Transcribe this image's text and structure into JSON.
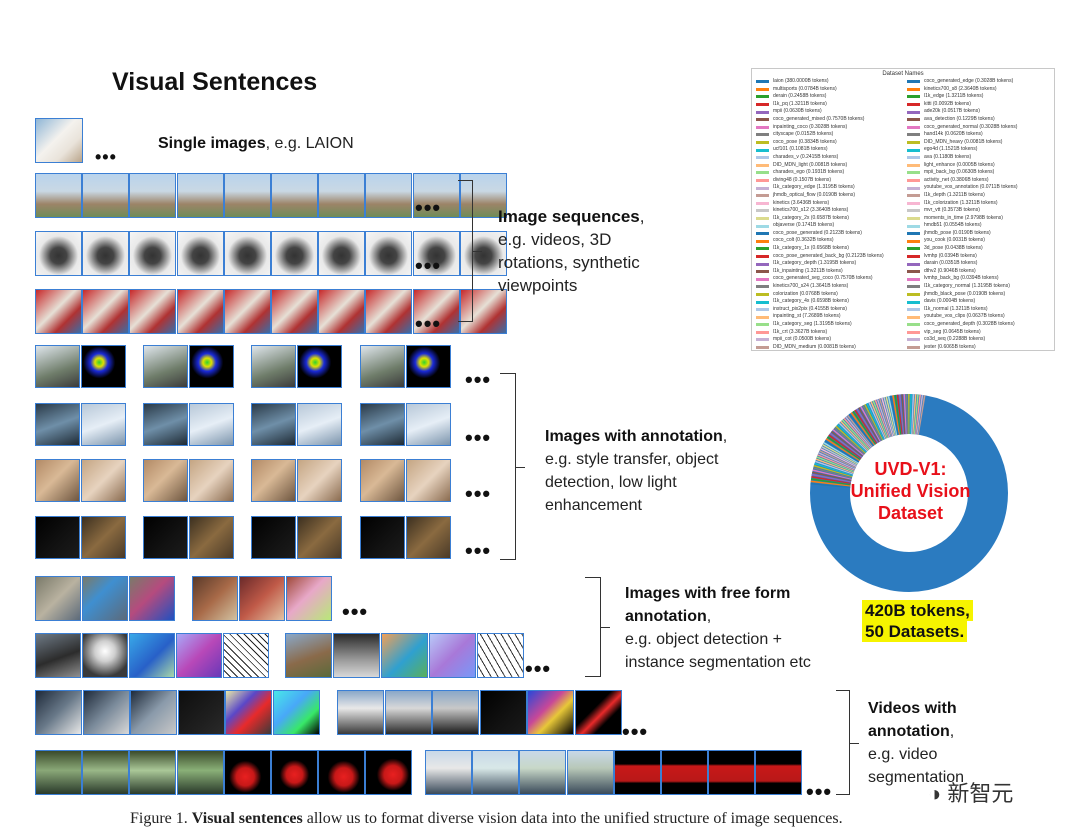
{
  "title": "Visual Sentences",
  "single": {
    "bold": "Single images",
    "rest": ", e.g. LAION"
  },
  "sequences": {
    "bold": "Image sequences",
    "lines": [
      ",",
      "e.g. videos, 3D",
      "rotations, synthetic",
      "viewpoints"
    ]
  },
  "annotation": {
    "bold": "Images with annotation",
    "lines": [
      ",",
      "e.g. style transfer, object",
      "detection, low light",
      "enhancement"
    ]
  },
  "freeform": {
    "bold_lines": [
      "Images with free form",
      "annotation"
    ],
    "lines": [
      ",",
      " e.g. object detection +",
      "instance segmentation etc"
    ]
  },
  "videos": {
    "bold_lines": [
      "Videos with",
      "annotation"
    ],
    "lines": [
      ",",
      "e.g. video",
      "segmentation"
    ]
  },
  "ellipsis": "•••",
  "donut": {
    "lines": [
      "UVD-V1:",
      "Unified Vision",
      "Dataset"
    ],
    "highlight": [
      "420B tokens,",
      "50 Datasets."
    ],
    "main_color": "#2b7bc0"
  },
  "legend": {
    "title": "Dataset Names",
    "left": [
      {
        "label": "laion (380.0000B tokens)",
        "color": "#1f77b4"
      },
      {
        "label": "multisports (0.0784B tokens)",
        "color": "#ff7f0e"
      },
      {
        "label": "derain (0.2458B tokens)",
        "color": "#2ca02c"
      },
      {
        "label": "l1k_pq (1.3211B tokens)",
        "color": "#d62728"
      },
      {
        "label": "mpii (0.0630B tokens)",
        "color": "#9467bd"
      },
      {
        "label": "coco_generated_mixed (0.7570B tokens)",
        "color": "#8c564b"
      },
      {
        "label": "inpainting_coco (0.3028B tokens)",
        "color": "#e377c2"
      },
      {
        "label": "cityscape (0.0152B tokens)",
        "color": "#7f7f7f"
      },
      {
        "label": "coco_pose (0.3834B tokens)",
        "color": "#bcbd22"
      },
      {
        "label": "ucf101 (0.1081B tokens)",
        "color": "#17becf"
      },
      {
        "label": "charades_v (0.2415B tokens)",
        "color": "#aec7e8"
      },
      {
        "label": "DID_MDN_light (0.0081B tokens)",
        "color": "#ffbb78"
      },
      {
        "label": "charades_ego (0.1931B tokens)",
        "color": "#98df8a"
      },
      {
        "label": "diving48 (0.1507B tokens)",
        "color": "#ff9896"
      },
      {
        "label": "l1k_category_edge (1.3195B tokens)",
        "color": "#c5b0d5"
      },
      {
        "label": "jhmdb_optical_flow (0.0190B tokens)",
        "color": "#c49c94"
      },
      {
        "label": "kinetics (3.6436B tokens)",
        "color": "#f7b6d2"
      },
      {
        "label": "kinetics700_s12 (3.3640B tokens)",
        "color": "#c7c7c7"
      },
      {
        "label": "l1k_category_2x (0.6587B tokens)",
        "color": "#dbdb8d"
      },
      {
        "label": "objaverse (0.1741B tokens)",
        "color": "#9edae5"
      },
      {
        "label": "coco_pose_generated (0.2123B tokens)",
        "color": "#1f77b4"
      },
      {
        "label": "coco_colt (0.3632B tokens)",
        "color": "#ff7f0e"
      },
      {
        "label": "l1k_category_1x (0.6568B tokens)",
        "color": "#2ca02c"
      },
      {
        "label": "coco_pose_generated_back_bg (0.2123B tokens)",
        "color": "#d62728"
      },
      {
        "label": "l1k_category_depth (1.3195B tokens)",
        "color": "#9467bd"
      },
      {
        "label": "l1k_inpainting (1.3211B tokens)",
        "color": "#8c564b"
      },
      {
        "label": "coco_generated_seg_coco (0.7570B tokens)",
        "color": "#e377c2"
      },
      {
        "label": "kinetics700_s24 (1.3641B tokens)",
        "color": "#7f7f7f"
      },
      {
        "label": "colorization (0.0768B tokens)",
        "color": "#bcbd22"
      },
      {
        "label": "l1k_category_4x (0.6598B tokens)",
        "color": "#17becf"
      },
      {
        "label": "instruct_pix2pix (0.4155B tokens)",
        "color": "#aec7e8"
      },
      {
        "label": "inpainting_st (7.2689B tokens)",
        "color": "#ffbb78"
      },
      {
        "label": "l1k_category_seg (1.3195B tokens)",
        "color": "#98df8a"
      },
      {
        "label": "l1k_crt (3.3627B tokens)",
        "color": "#ff9896"
      },
      {
        "label": "mpii_cot (0.0500B tokens)",
        "color": "#c5b0d5"
      },
      {
        "label": "DID_MDN_medium (0.0081B tokens)",
        "color": "#c49c94"
      }
    ],
    "right": [
      {
        "label": "coco_generated_edge (0.3028B tokens)",
        "color": "#1f77b4"
      },
      {
        "label": "kinetics700_s8 (2.3640B tokens)",
        "color": "#ff7f0e"
      },
      {
        "label": "l1k_edge (1.3211B tokens)",
        "color": "#2ca02c"
      },
      {
        "label": "kitti (0.0092B tokens)",
        "color": "#d62728"
      },
      {
        "label": "ade20k (0.0517B tokens)",
        "color": "#9467bd"
      },
      {
        "label": "ava_detection (0.1229B tokens)",
        "color": "#8c564b"
      },
      {
        "label": "coco_generated_normal (0.3028B tokens)",
        "color": "#e377c2"
      },
      {
        "label": "hand14k (0.0620B tokens)",
        "color": "#7f7f7f"
      },
      {
        "label": "DID_MDN_heavy (0.0081B tokens)",
        "color": "#bcbd22"
      },
      {
        "label": "ego4d (1.1521B tokens)",
        "color": "#17becf"
      },
      {
        "label": "ava (0.1180B tokens)",
        "color": "#aec7e8"
      },
      {
        "label": "light_enhance (0.0005B tokens)",
        "color": "#ffbb78"
      },
      {
        "label": "mpii_back_bg (0.0630B tokens)",
        "color": "#98df8a"
      },
      {
        "label": "activity_net (0.3806B tokens)",
        "color": "#ff9896"
      },
      {
        "label": "youtube_vos_annotation (0.0711B tokens)",
        "color": "#c5b0d5"
      },
      {
        "label": "l1k_depth (1.3211B tokens)",
        "color": "#c49c94"
      },
      {
        "label": "l1k_colorization (1.3211B tokens)",
        "color": "#f7b6d2"
      },
      {
        "label": "mvr_vtt (0.3573B tokens)",
        "color": "#c7c7c7"
      },
      {
        "label": "moments_in_time (2.9798B tokens)",
        "color": "#dbdb8d"
      },
      {
        "label": "hmdb51 (0.0554B tokens)",
        "color": "#9edae5"
      },
      {
        "label": "jhmdb_pose (0.0190B tokens)",
        "color": "#1f77b4"
      },
      {
        "label": "you_cook (0.0031B tokens)",
        "color": "#ff7f0e"
      },
      {
        "label": "3d_pose (0.0438B tokens)",
        "color": "#2ca02c"
      },
      {
        "label": "lvmhp (0.0394B tokens)",
        "color": "#d62728"
      },
      {
        "label": "darain (0.0351B tokens)",
        "color": "#9467bd"
      },
      {
        "label": "dthv2 (0.9046B tokens)",
        "color": "#8c564b"
      },
      {
        "label": "lvmhp_back_bg (0.0394B tokens)",
        "color": "#e377c2"
      },
      {
        "label": "l1k_category_normal (1.3195B tokens)",
        "color": "#7f7f7f"
      },
      {
        "label": "jhmdb_black_pose (0.0190B tokens)",
        "color": "#bcbd22"
      },
      {
        "label": "davis (0.0004B tokens)",
        "color": "#17becf"
      },
      {
        "label": "l1k_normal (1.3211B tokens)",
        "color": "#aec7e8"
      },
      {
        "label": "youtube_vos_clips (0.0637B tokens)",
        "color": "#ffbb78"
      },
      {
        "label": "coco_generated_depth (0.3028B tokens)",
        "color": "#98df8a"
      },
      {
        "label": "vip_seg (0.0645B tokens)",
        "color": "#ff9896"
      },
      {
        "label": "co3d_seq (0.2288B tokens)",
        "color": "#c5b0d5"
      },
      {
        "label": "jester (0.6065B tokens)",
        "color": "#c49c94"
      }
    ]
  },
  "caption": {
    "prefix": "Figure 1. ",
    "bold": "Visual sentences",
    "rest": " allow us to format diverse vision data into the unified structure of image sequences."
  },
  "watermark": "新智元"
}
